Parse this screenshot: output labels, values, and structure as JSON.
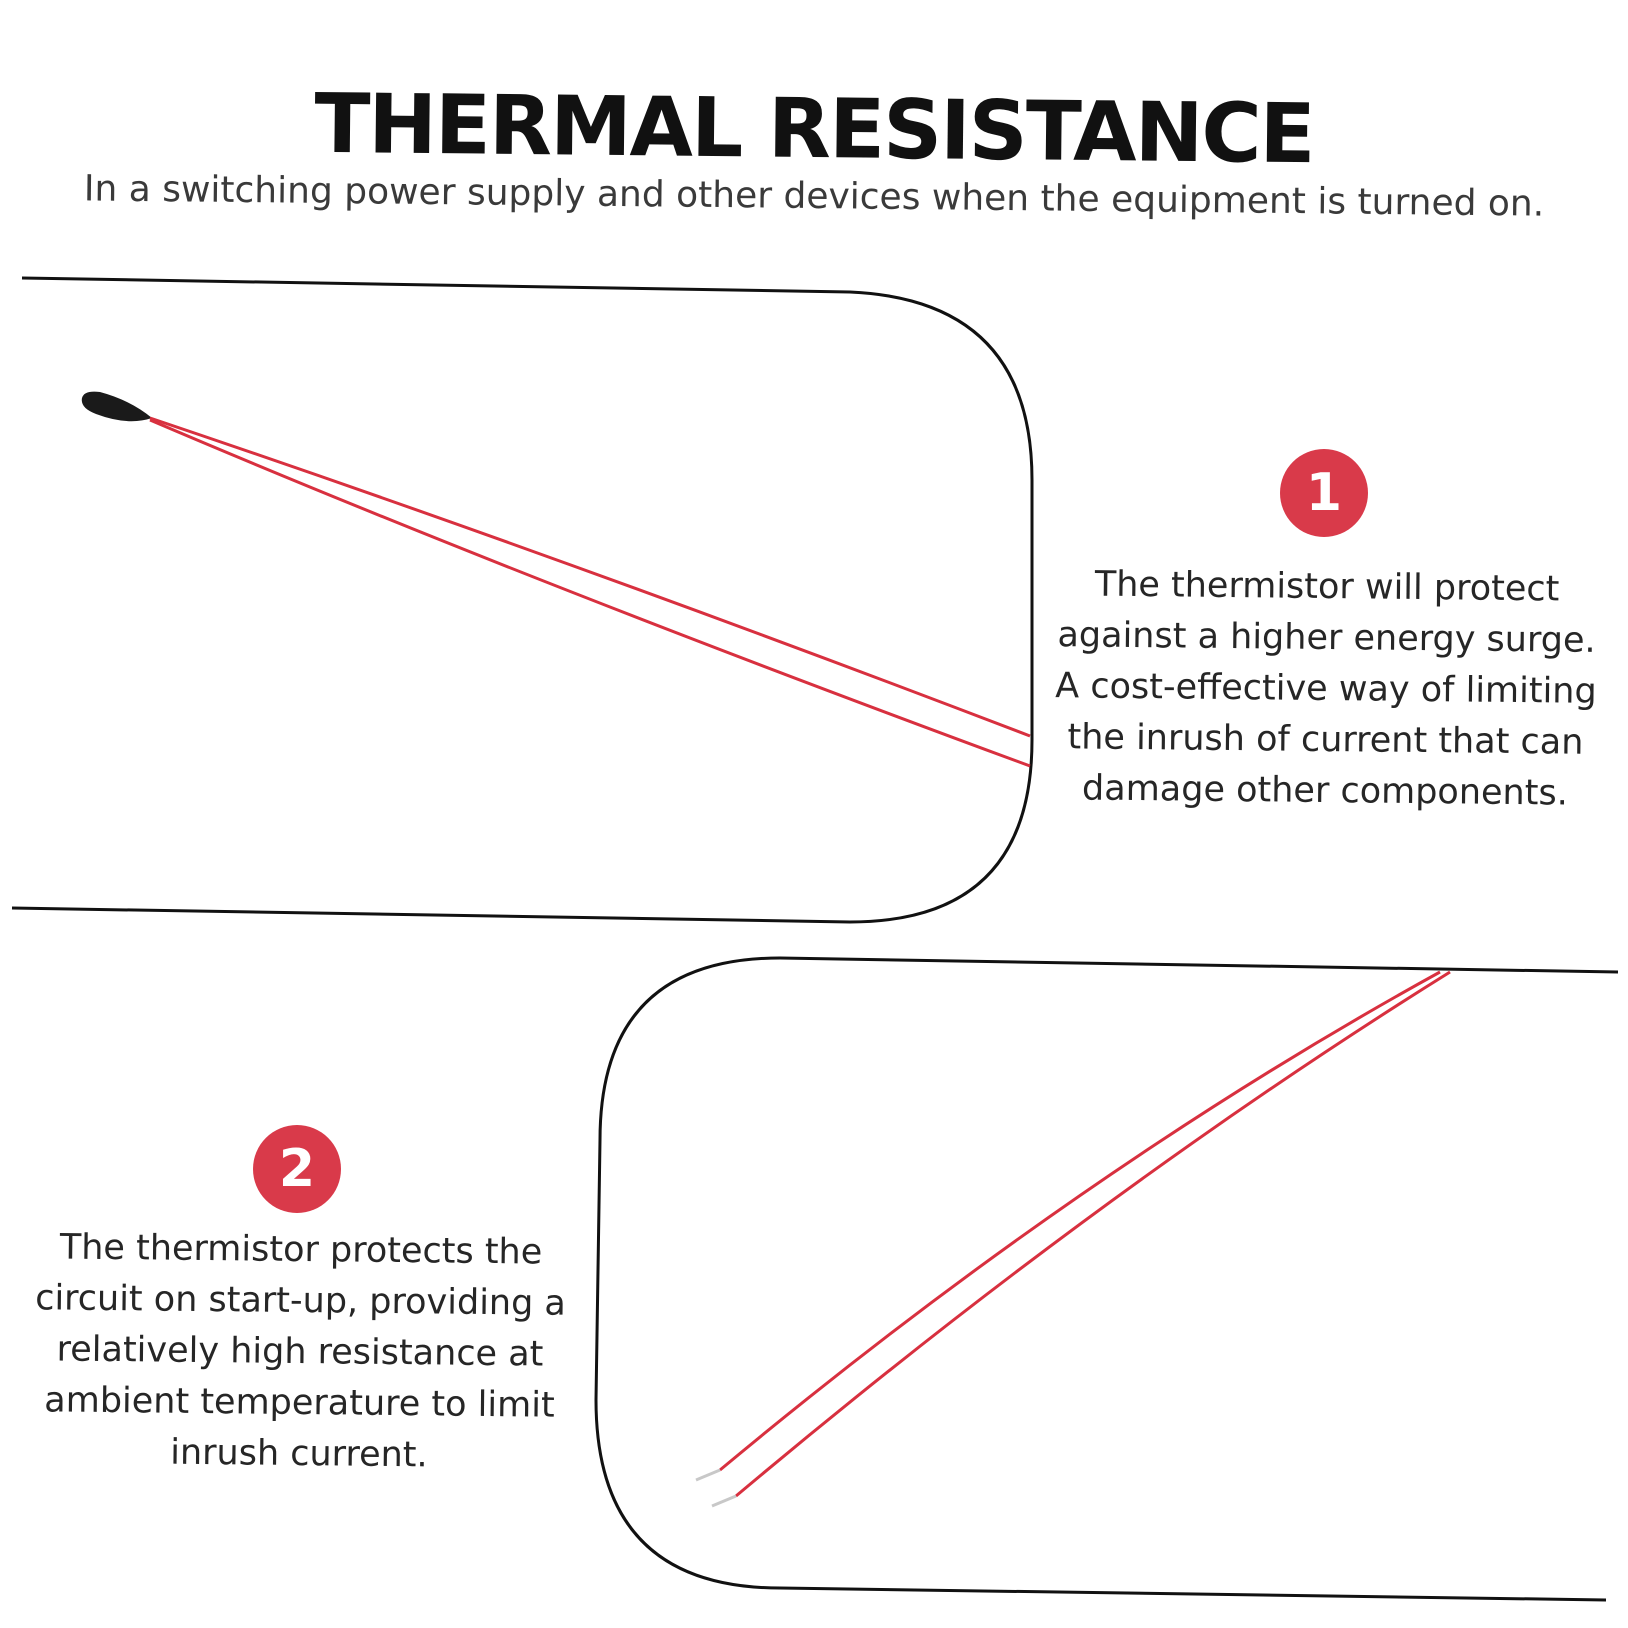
{
  "header": {
    "title": "THERMAL RESISTANCE",
    "subtitle": "In a switching power supply and other devices when the equipment is turned on."
  },
  "features": [
    {
      "number": "1",
      "text": "The thermistor will protect against a higher energy surge. A cost-effective way of limiting the inrush of current that can damage other components."
    },
    {
      "number": "2",
      "text": "The thermistor protects the circuit on start-up, providing a relatively high resistance at ambient temperature to limit inrush current."
    }
  ],
  "colors": {
    "badge": "#d93a4a",
    "wire": "#d8303f",
    "outline": "#111111"
  }
}
